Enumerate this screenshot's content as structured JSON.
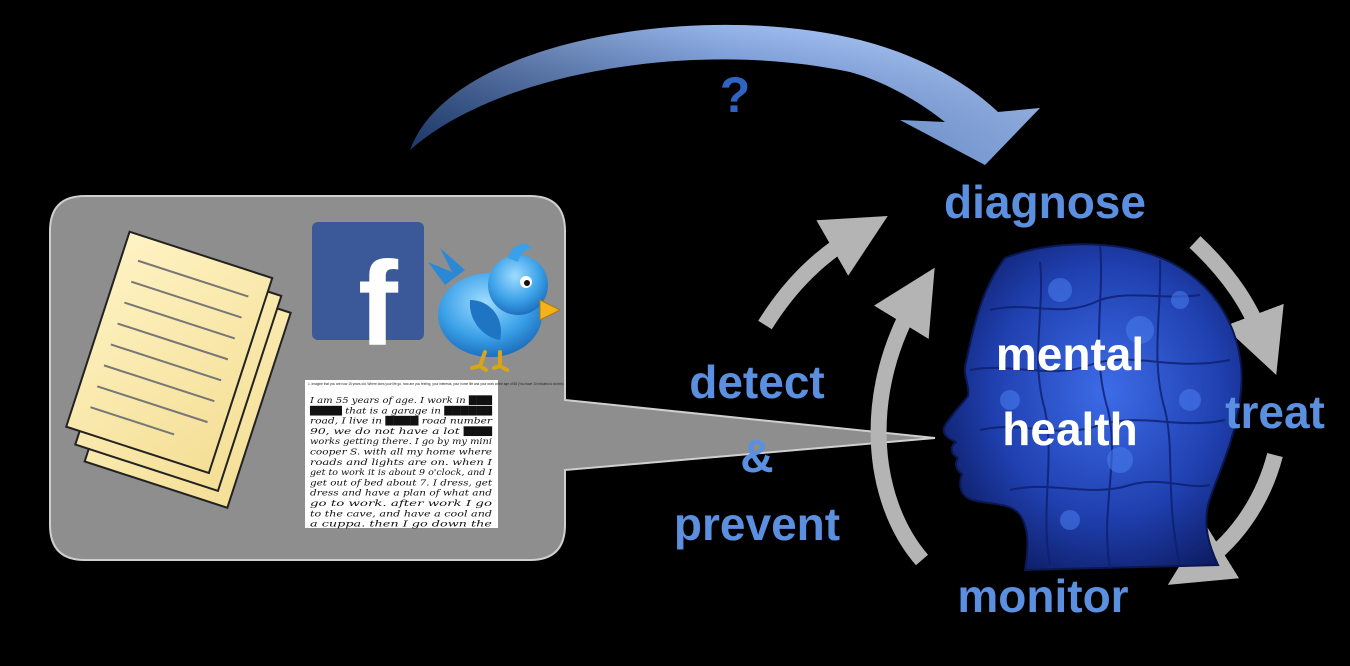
{
  "question_mark": "?",
  "labels": {
    "diagnose": "diagnose",
    "treat": "treat",
    "monitor": "monitor",
    "detect": "detect",
    "ampersand": "&",
    "prevent": "prevent",
    "mental": "mental",
    "health": "health"
  },
  "facebook_letter": "f",
  "handwriting_lines": [
    "I am 55 years of age. I work in ███",
    "████ that is a garage in ██████",
    "road, I live in ████ road number",
    "90, we do not have a lot ███",
    "works getting there. I go by my mini",
    "cooper S. with all my home where",
    "roads and lights are on. when I",
    "get to work it is about 9 o'clock, and I",
    "get out of bed about 7. I dress, get",
    "dress and have a plan of what and",
    "go to work. after work I go",
    "to the cave, and have a cool and",
    "a cuppa. then I go down the"
  ],
  "handwriting_header": "1. Imagine that you are now 15 years old. Where does your life go, how are you feeling, your interests, your home life and your work at the age of 55 (You have 10 minutes to do this)",
  "colors": {
    "background": "#000000",
    "label_blue": "#5b8fe0",
    "panel_gray": "#9a9a9a",
    "paper_yellow": "#fcebaa",
    "facebook_blue": "#3b5998",
    "cycle_arrow_gray": "#b4b4b4"
  }
}
